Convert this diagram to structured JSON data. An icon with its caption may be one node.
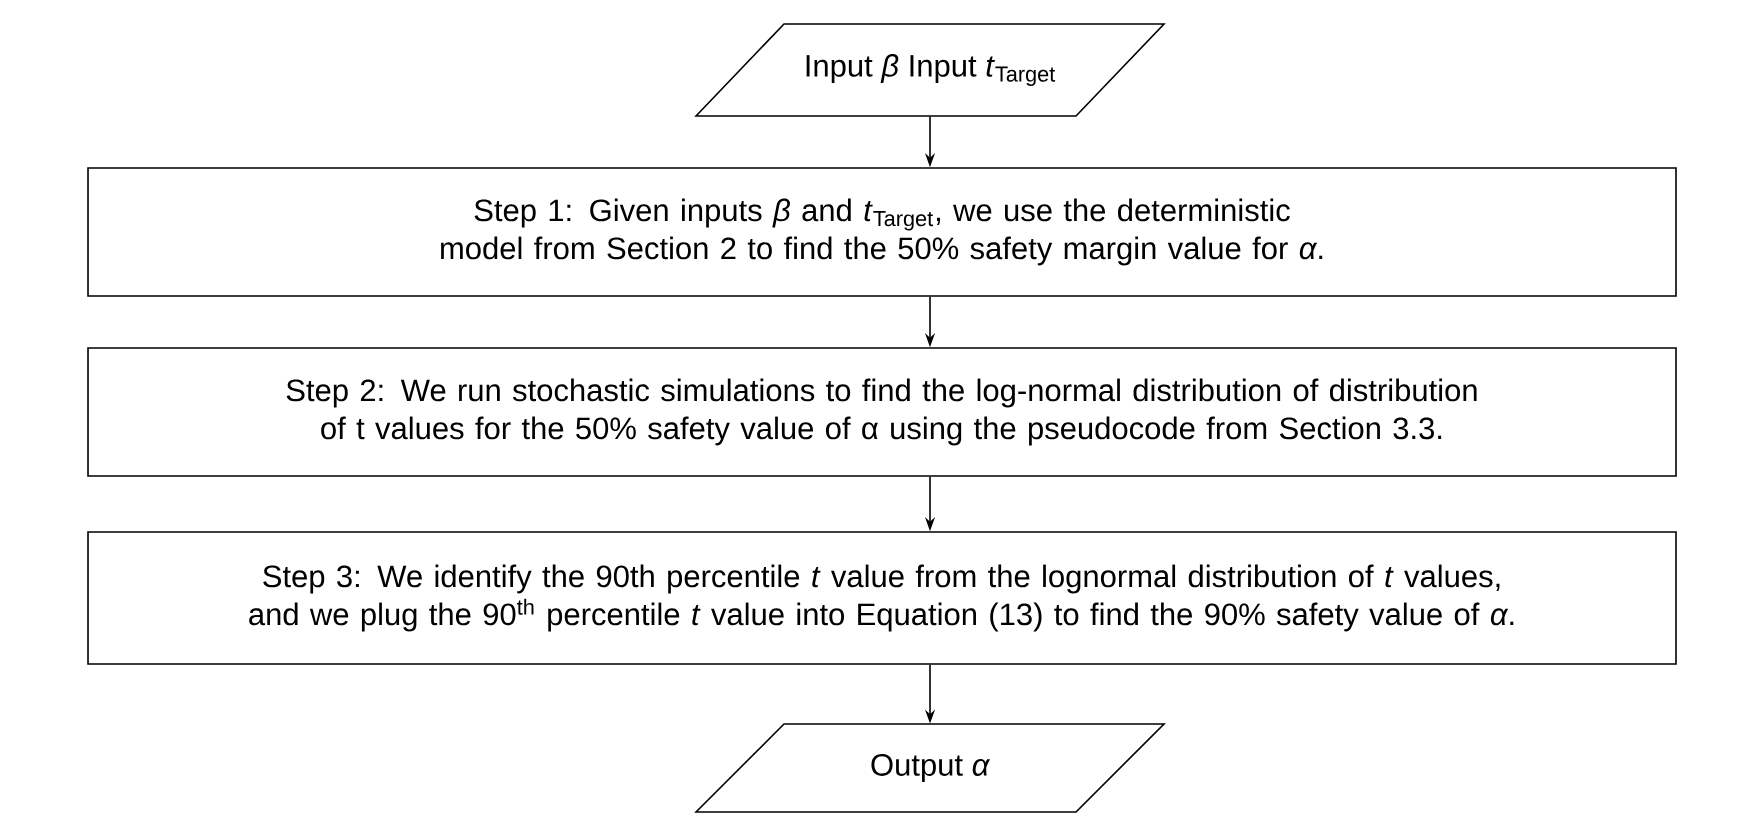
{
  "diagram": {
    "nodes": [
      {
        "text": [
          "Input *β* Input *t*$_{Target}$"
        ]
      },
      {
        "text": [
          "Step 1: Given inputs *β* and *t*$_{Target}$, we use the deterministic model from Section 2 to find the 50% safety margin value for *α*."
        ]
      },
      {
        "text": [
          "Step 2: We run stochastic simulations to find the log-normal distribution of distribution of t values for the 50% safety value of α using the pseudocode from Section 3.3."
        ]
      },
      {
        "text": [
          "Step 3: We identify the 90th percentile *t* value from the lognormal distribution of *t* values, and we plug the 90$^{th}$ percentile *t* value into Equation (13) to find the 90% safety value of *α*."
        ]
      },
      {
        "text": [
          "Output *α*"
        ]
      }
    ],
    "edges": [
      {
        "from": 0,
        "to": 1,
        "arrow": "to"
      },
      {
        "from": 1,
        "to": 2,
        "arrow": "to"
      },
      {
        "from": 2,
        "to": 3,
        "arrow": "to"
      },
      {
        "from": 3,
        "to": 4,
        "arrow": "to"
      }
    ]
  }
}
